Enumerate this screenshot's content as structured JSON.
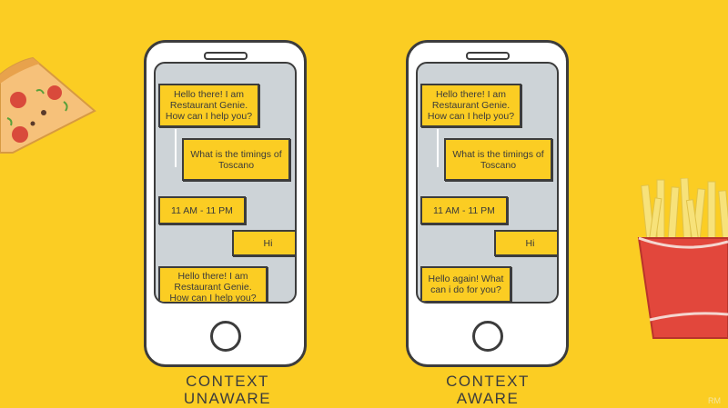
{
  "left_phone": {
    "caption_line1": "CONTEXT",
    "caption_line2": "UNAWARE",
    "messages": [
      "Hello there! I am Restaurant Genie. How can I help you?",
      "What is the timings of Toscano",
      "11 AM - 11 PM",
      "Hi",
      "Hello there! I am Restaurant Genie. How can I help you?"
    ]
  },
  "right_phone": {
    "caption_line1": "CONTEXT",
    "caption_line2": "AWARE",
    "messages": [
      "Hello there! I am Restaurant Genie. How can I help you?",
      "What is the timings of Toscano",
      "11 AM - 11 PM",
      "Hi",
      "Hello again! What can i do for you?"
    ]
  },
  "watermark": "RM",
  "colors": {
    "background": "#fbcd23",
    "bubble": "#fbcd23",
    "outline": "#3c3c3c",
    "screen": "#cdd3d7"
  },
  "decorations": [
    "pizza-slice",
    "french-fries"
  ]
}
